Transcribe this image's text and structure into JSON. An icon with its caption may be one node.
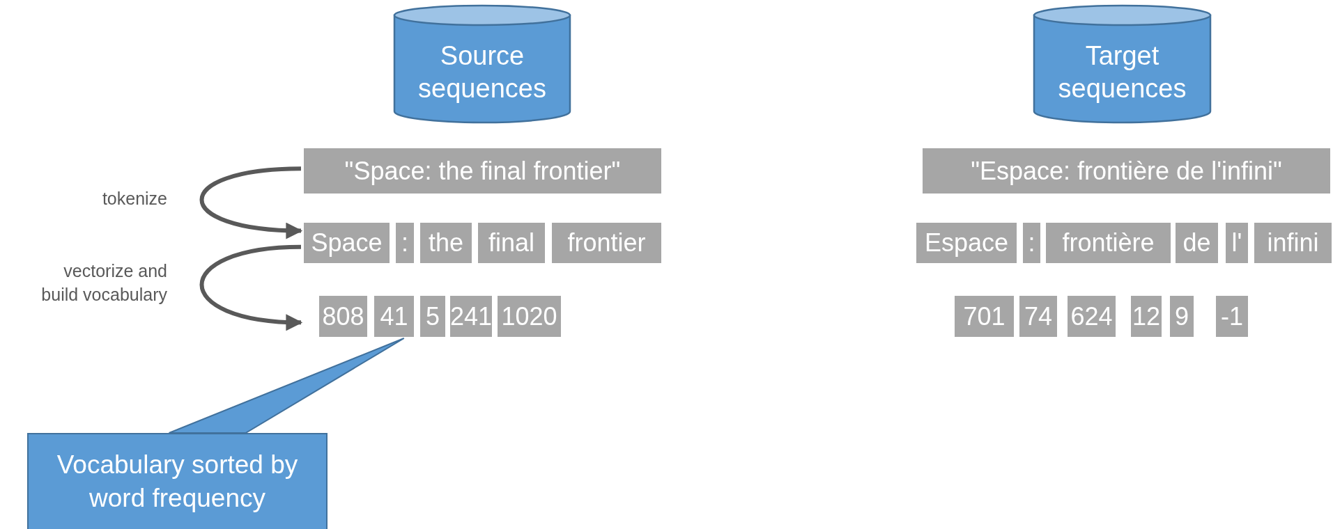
{
  "diagram": {
    "nodes": [
      {
        "text": [
          "Source sequences"
        ]
      },
      {
        "text": [
          "Target sequences"
        ]
      },
      {
        "text": [
          "\"Space: the final frontier\""
        ]
      },
      {
        "text": [
          "Space"
        ]
      },
      {
        "text": [
          ":"
        ]
      },
      {
        "text": [
          "the"
        ]
      },
      {
        "text": [
          "final"
        ]
      },
      {
        "text": [
          "frontier"
        ]
      },
      {
        "text": [
          "808"
        ]
      },
      {
        "text": [
          "41"
        ]
      },
      {
        "text": [
          "5"
        ]
      },
      {
        "text": [
          "241"
        ]
      },
      {
        "text": [
          "1020"
        ]
      },
      {
        "text": [
          "\"Espace: frontière de l'infini\""
        ]
      },
      {
        "text": [
          "Espace"
        ]
      },
      {
        "text": [
          ":"
        ]
      },
      {
        "text": [
          "frontière"
        ]
      },
      {
        "text": [
          "de"
        ]
      },
      {
        "text": [
          "l'"
        ]
      },
      {
        "text": [
          "infini"
        ]
      },
      {
        "text": [
          "701"
        ]
      },
      {
        "text": [
          "74"
        ]
      },
      {
        "text": [
          "624"
        ]
      },
      {
        "text": [
          "12"
        ]
      },
      {
        "text": [
          "9"
        ]
      },
      {
        "text": [
          "-1"
        ]
      },
      {
        "text": [
          "Vocabulary sorted by word frequency"
        ]
      }
    ],
    "edges": [
      {
        "from": 2,
        "to": 3,
        "arrow": "to",
        "label": "tokenize"
      },
      {
        "from": 3,
        "to": 8,
        "arrow": "to",
        "label": "vectorize and build vocabulary"
      },
      {
        "from": 26,
        "to": 9,
        "arrow": "none"
      }
    ]
  }
}
